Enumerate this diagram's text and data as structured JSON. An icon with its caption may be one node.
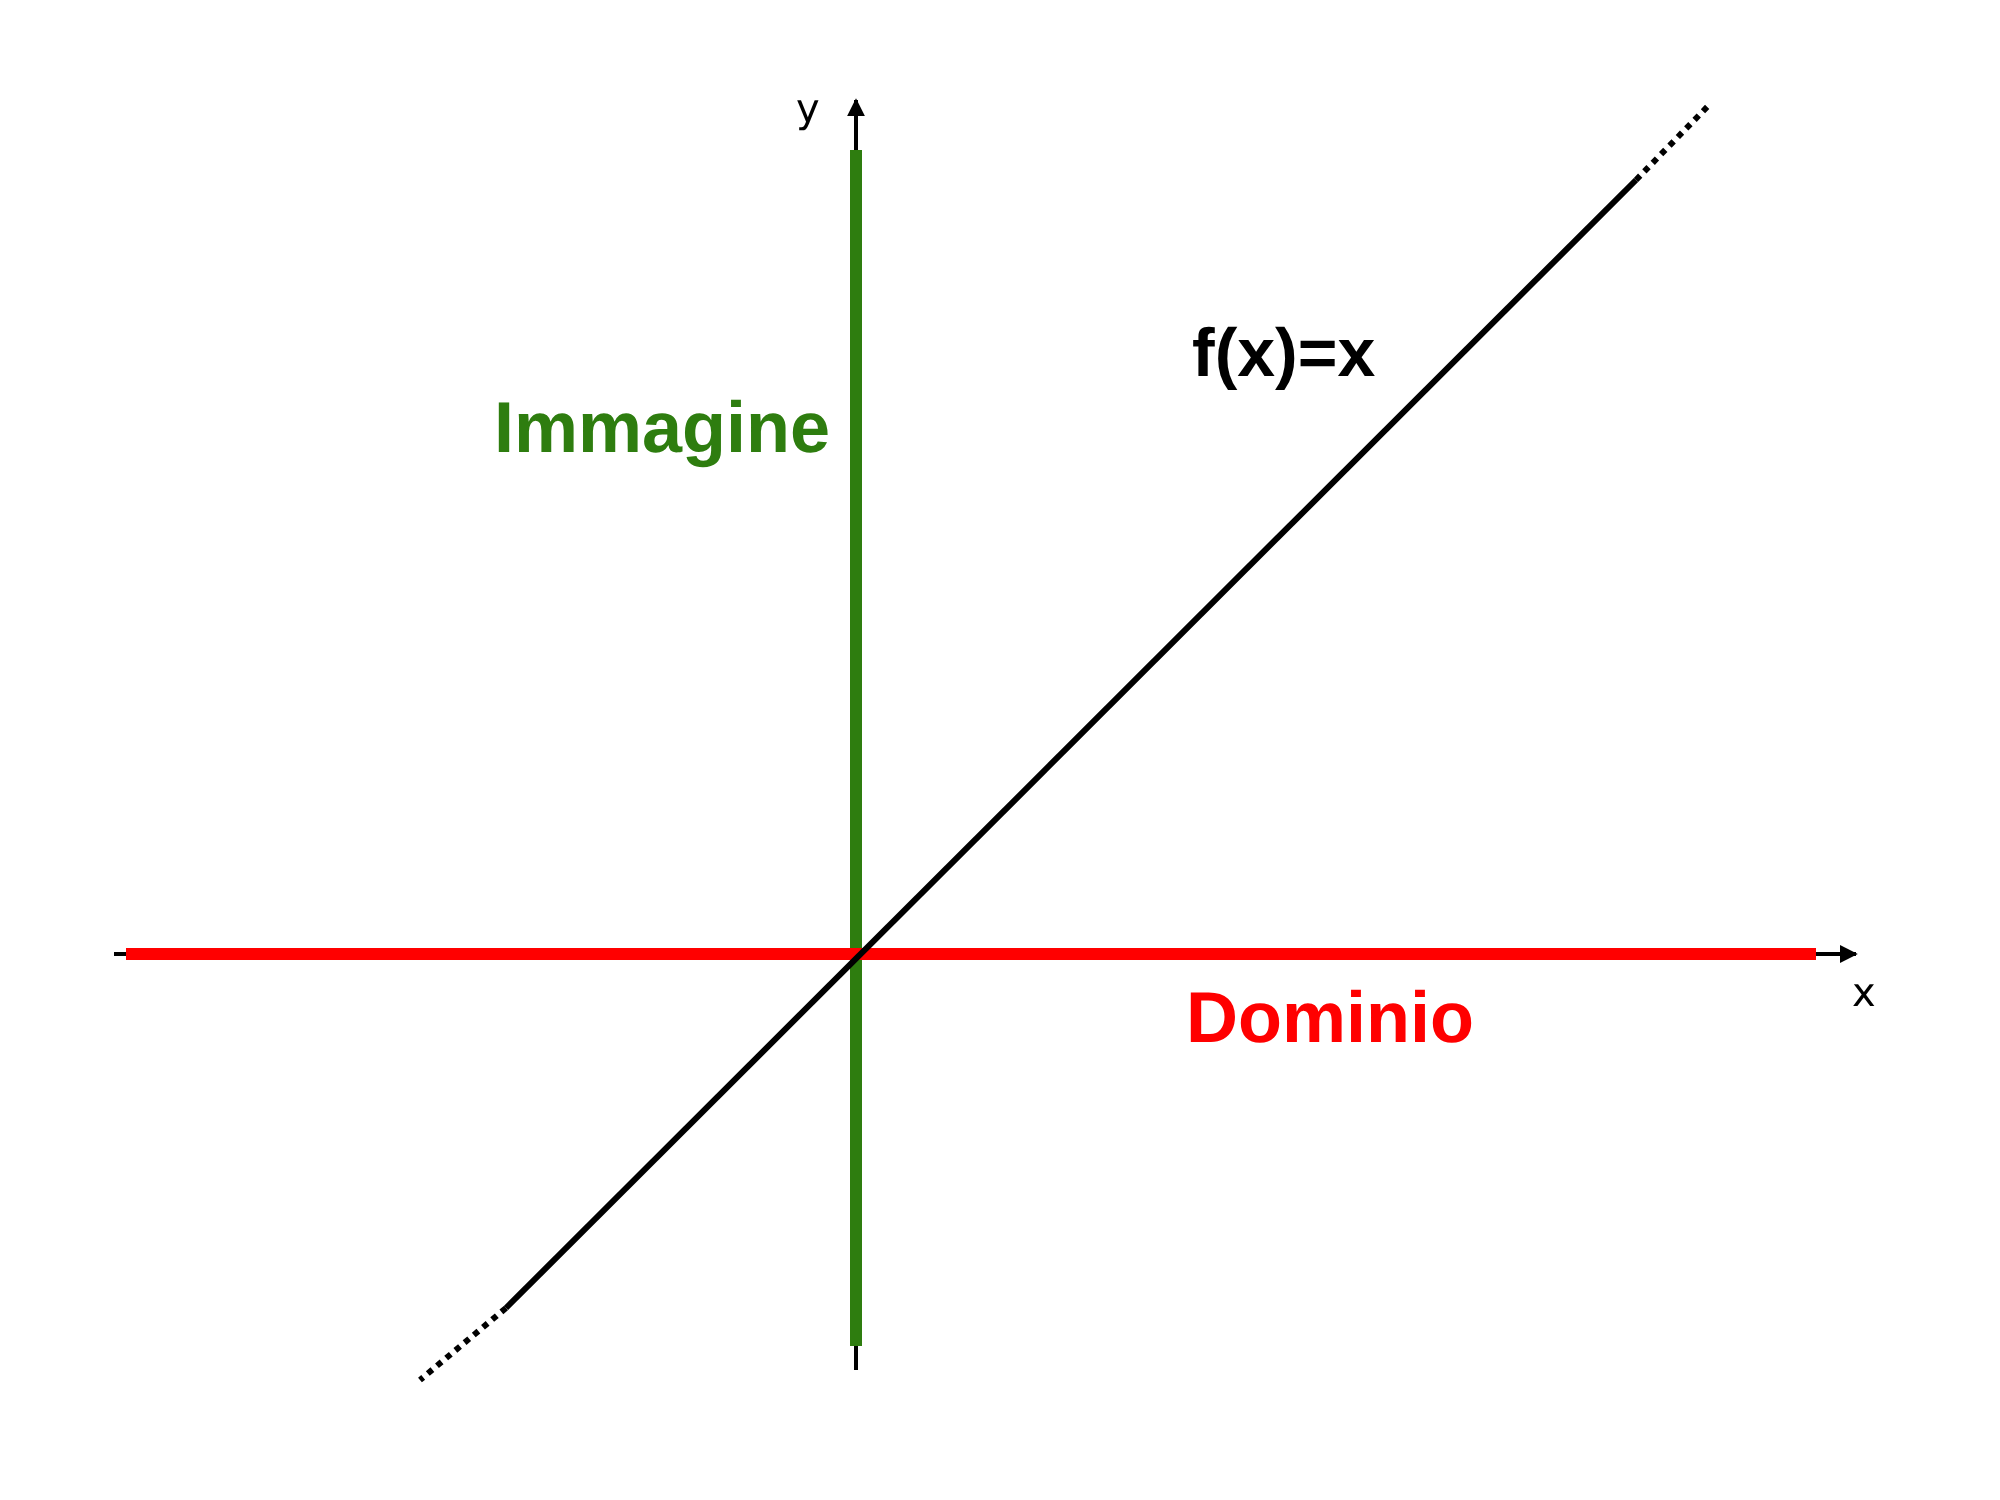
{
  "diagram": {
    "labels": [
      "y",
      "f(x)=x",
      "Immagine",
      "x",
      "Dominio"
    ]
  }
}
